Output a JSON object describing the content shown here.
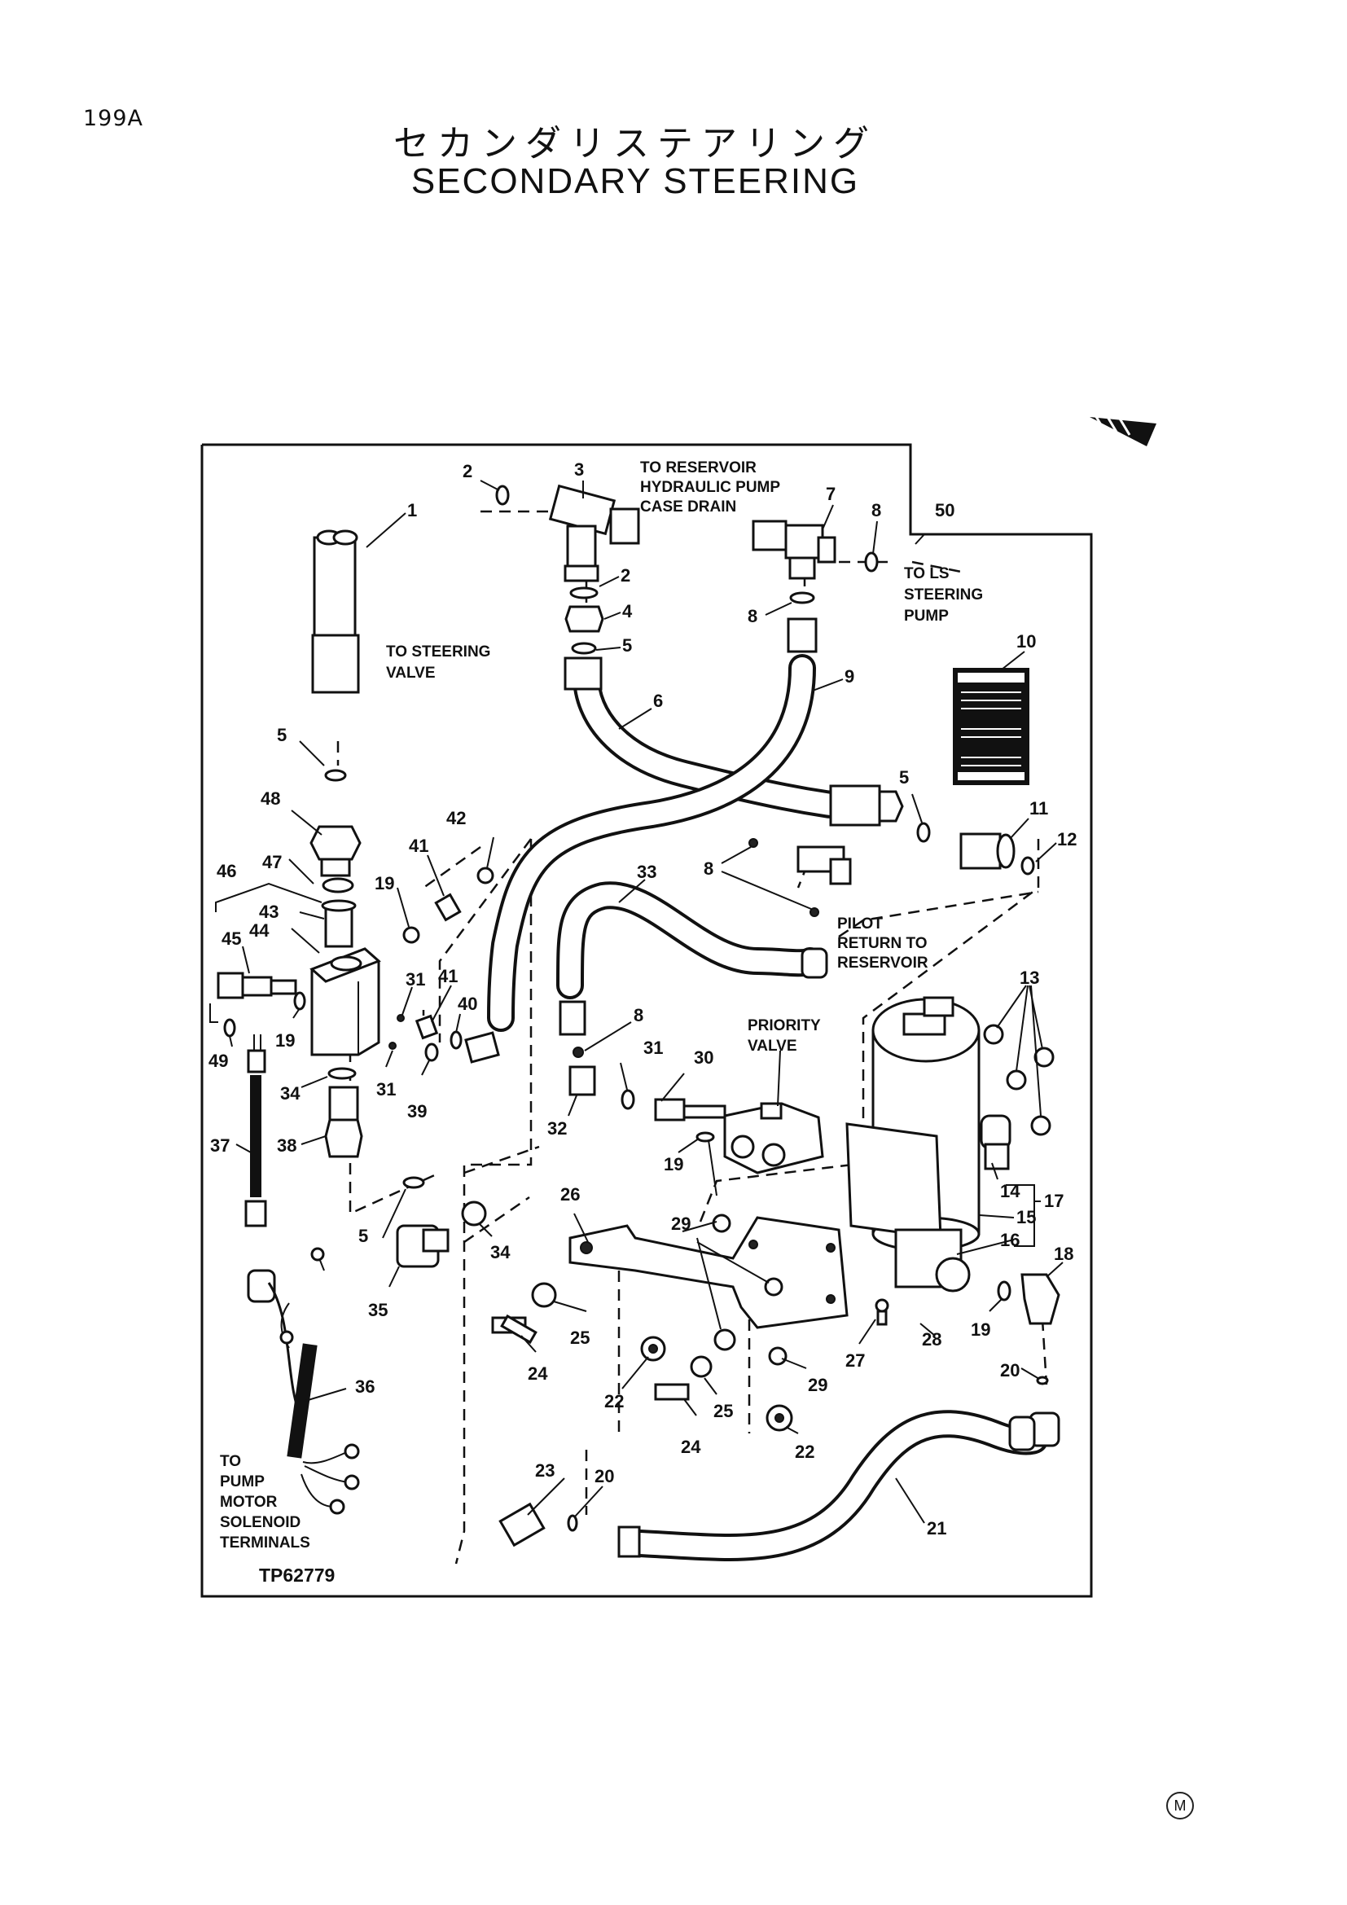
{
  "page_number": "199A",
  "title_jp": "セカンダリステアリング",
  "title_en": "SECONDARY STEERING",
  "figure_id": "TP62779",
  "notes": {
    "to_reservoir": [
      "TO RESERVOIR",
      "HYDRAULIC PUMP",
      "CASE DRAIN"
    ],
    "to_ls": [
      "TO LS",
      "STEERING",
      "PUMP"
    ],
    "to_steering_valve": [
      "TO STEERING",
      "VALVE"
    ],
    "pilot_return": [
      "PILOT",
      "RETURN TO",
      "RESERVOIR"
    ],
    "priority_valve": [
      "PRIORITY",
      "VALVE"
    ],
    "to_pump_motor": [
      "TO",
      "PUMP",
      "MOTOR",
      "SOLENOID",
      "TERMINALS"
    ]
  },
  "callouts": {
    "c1": "1",
    "c2a": "2",
    "c2b": "2",
    "c3": "3",
    "c4": "4",
    "c5a": "5",
    "c5b": "5",
    "c5c": "5",
    "c5d": "5",
    "c6": "6",
    "c7": "7",
    "c8a": "8",
    "c8b": "8",
    "c8c": "8",
    "c8d": "8",
    "c9": "9",
    "c10": "10",
    "c11": "11",
    "c12": "12",
    "c13": "13",
    "c14": "14",
    "c15": "15",
    "c16": "16",
    "c17": "17",
    "c18": "18",
    "c19a": "19",
    "c19b": "19",
    "c19c": "19",
    "c19d": "19",
    "c20a": "20",
    "c20b": "20",
    "c21": "21",
    "c22a": "22",
    "c22b": "22",
    "c23": "23",
    "c24a": "24",
    "c24b": "24",
    "c25a": "25",
    "c25b": "25",
    "c26": "26",
    "c27": "27",
    "c28": "28",
    "c29a": "29",
    "c29b": "29",
    "c30": "30",
    "c31a": "31",
    "c31b": "31",
    "c31c": "31",
    "c32": "32",
    "c33": "33",
    "c34a": "34",
    "c34b": "34",
    "c35": "35",
    "c36": "36",
    "c37": "37",
    "c38": "38",
    "c39": "39",
    "c40": "40",
    "c41a": "41",
    "c41b": "41",
    "c42": "42",
    "c43": "43",
    "c44": "44",
    "c45": "45",
    "c46": "46",
    "c47": "47",
    "c48": "48",
    "c49": "49",
    "c50": "50"
  }
}
